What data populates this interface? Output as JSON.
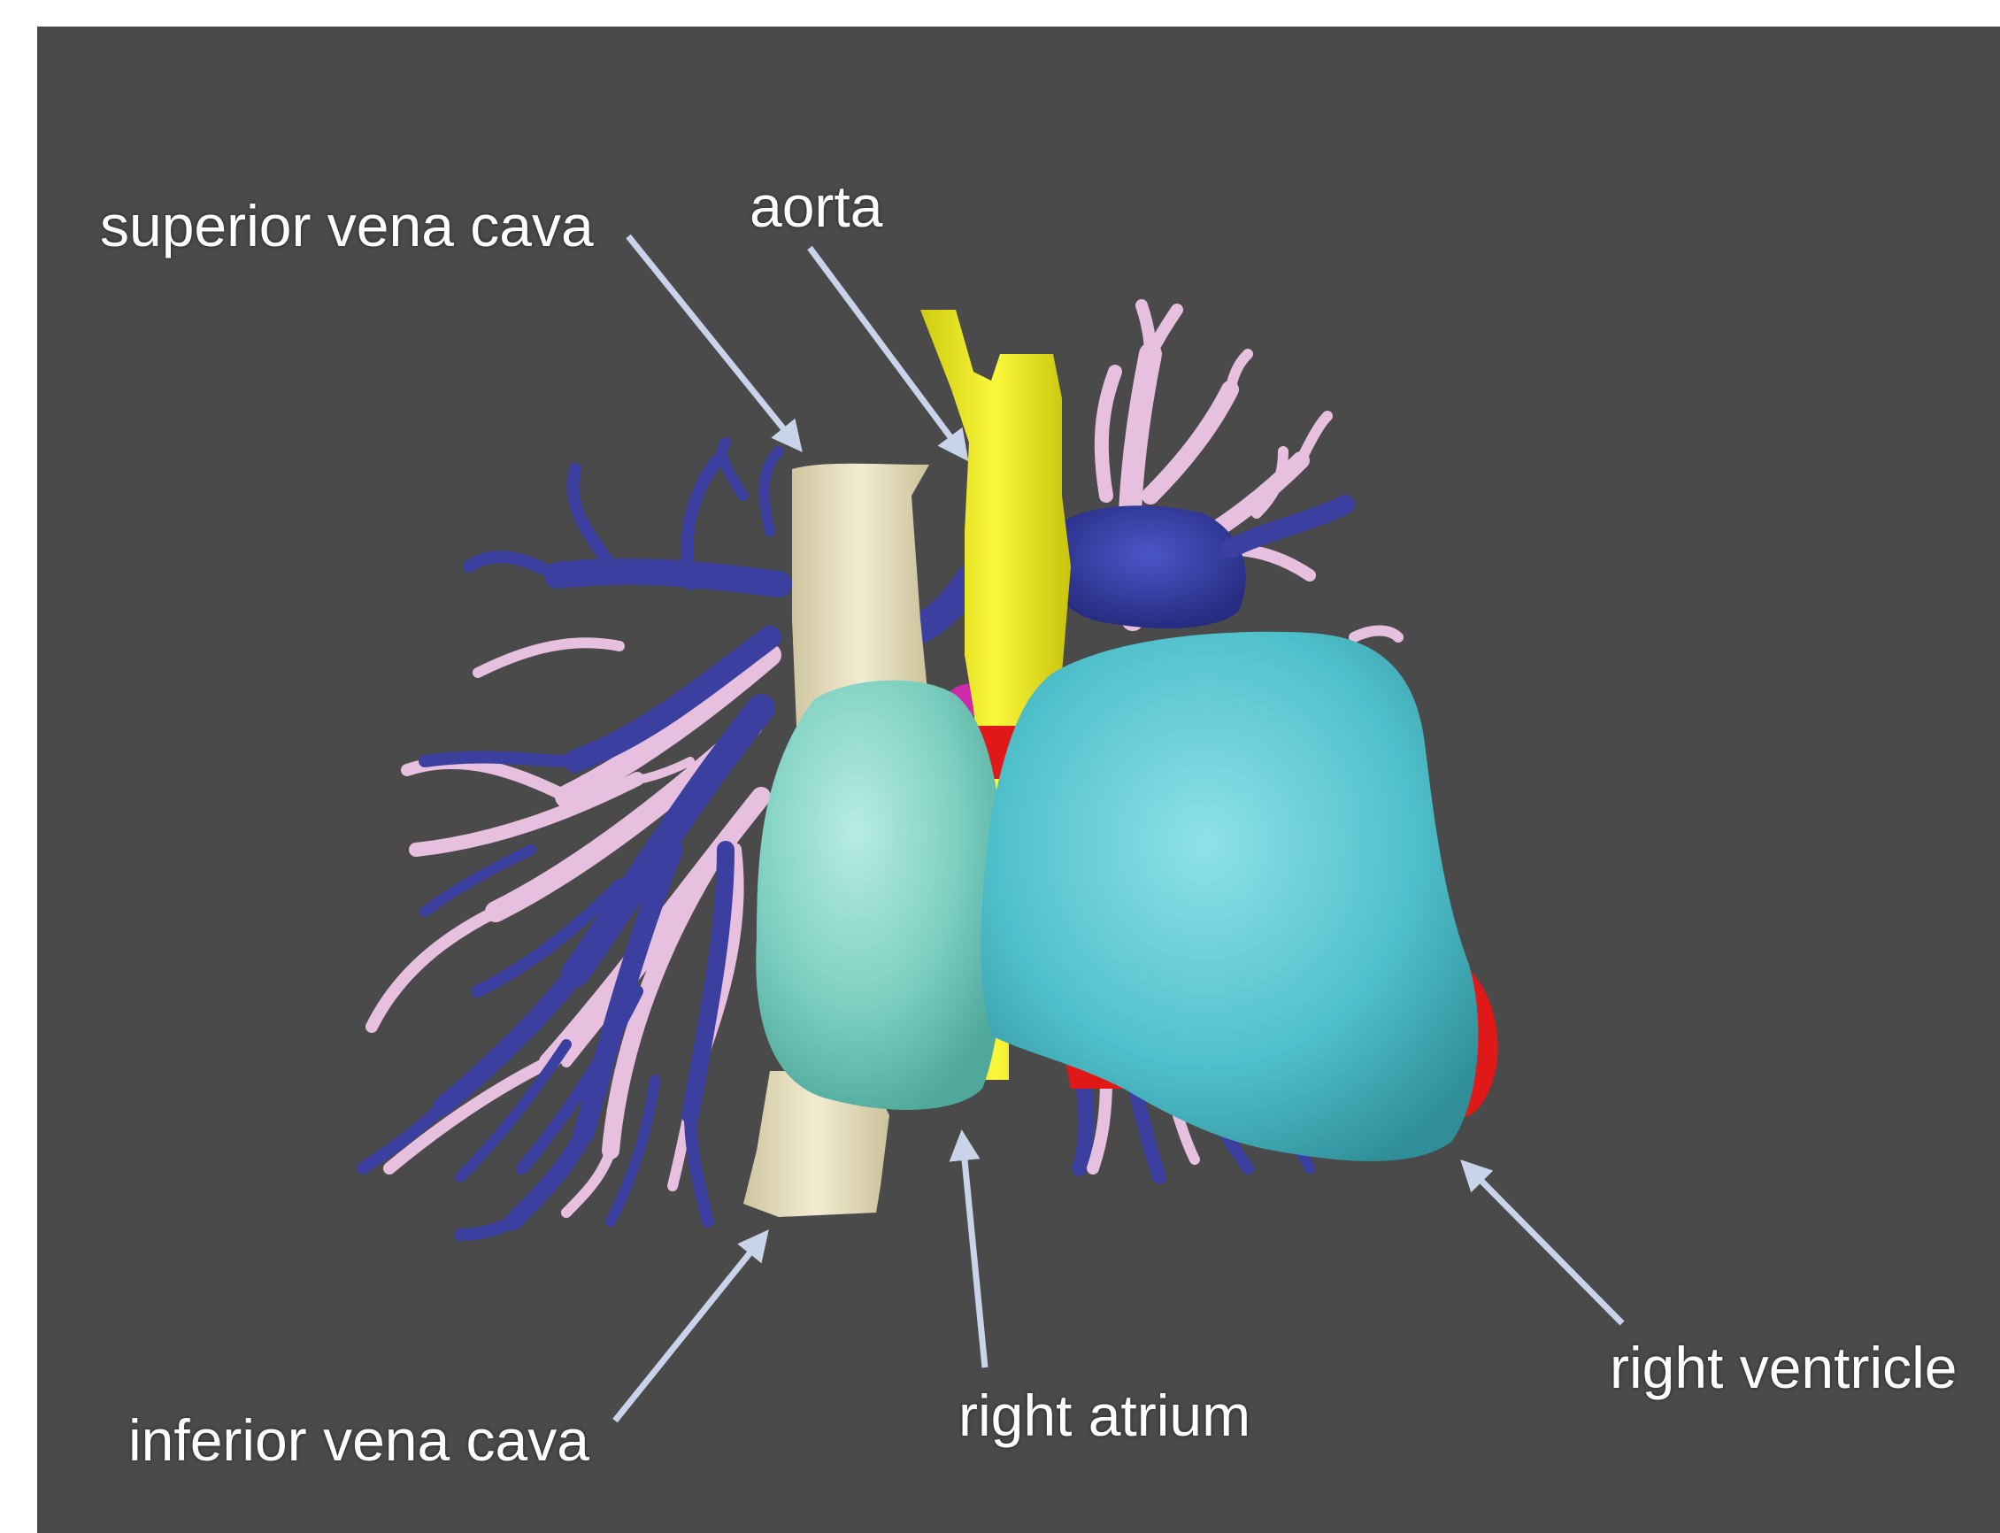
{
  "labels": {
    "superior_vena_cava": "superior vena cava",
    "aorta": "aorta",
    "inferior_vena_cava": "inferior vena cava",
    "right_atrium": "right atrium",
    "right_ventricle": "right ventricle"
  },
  "colors": {
    "background": "#4a4a4a",
    "frame": "#ffffff",
    "arrow": "#c9d3ea",
    "label_text": "#ffffff",
    "pulmonary_veins": "#3a3fa0",
    "pulmonary_arteries": "#e7bfdf",
    "vena_cava": "#e8e0bf",
    "aorta": "#f2ef1c",
    "right_atrium": "#86d5c6",
    "right_ventricle": "#56c3cd",
    "left_ventricle_red": "#e01818",
    "magenta": "#cc2aa8"
  }
}
